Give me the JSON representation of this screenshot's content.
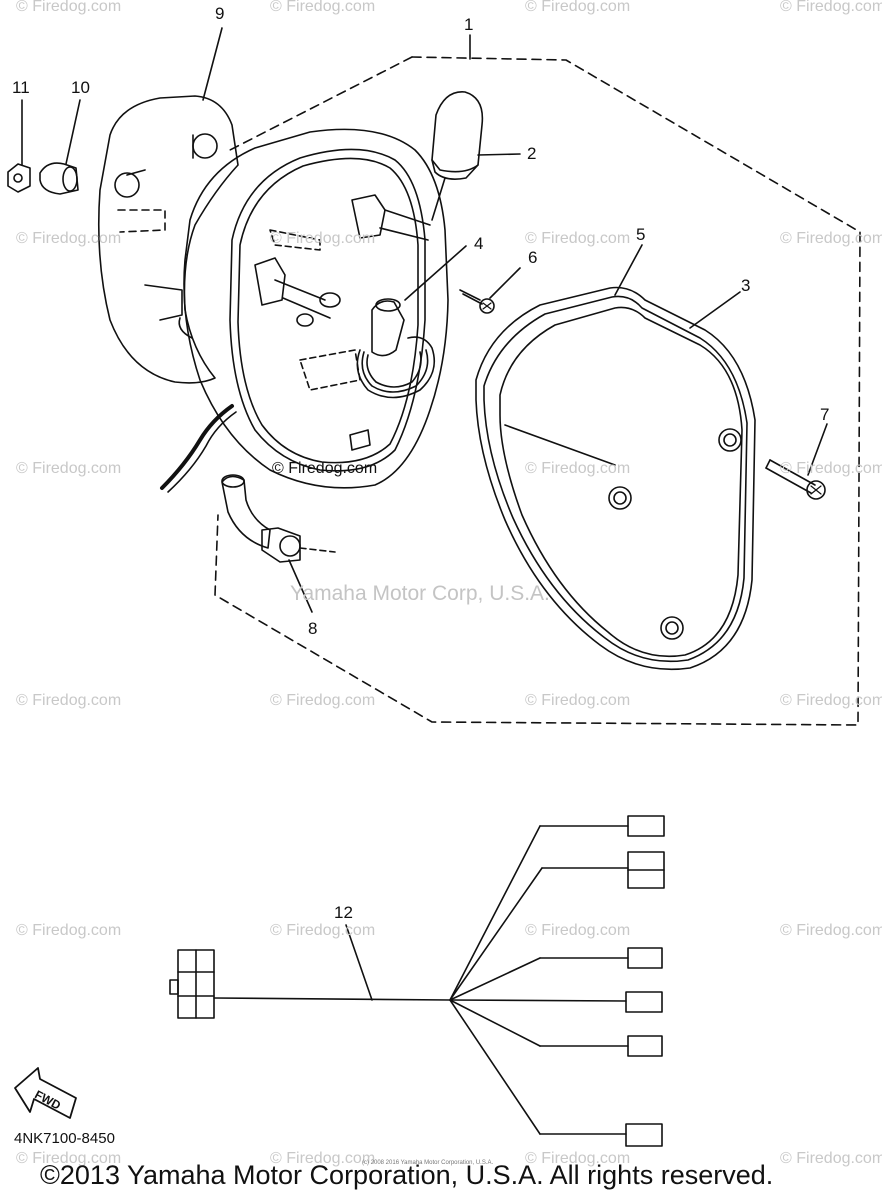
{
  "watermark_text": "© Firedog.com",
  "center_watermark": "© Firedog.com",
  "inner_caption": "Yamaha Motor Corp, U.S.A.",
  "callouts": {
    "c1": "1",
    "c2": "2",
    "c3": "3",
    "c4": "4",
    "c5": "5",
    "c6": "6",
    "c7": "7",
    "c8": "8",
    "c9": "9",
    "c10": "10",
    "c11": "11",
    "c12": "12"
  },
  "fwd_label": "FWD",
  "catalog_code": "4NK7100-8450",
  "tiny_notice": "(c) 2008 2016 Yamaha Motor Corporation, U.S.A.",
  "copyright": "©2013 Yamaha Motor Corporation, U.S.A. All rights reserved.",
  "colors": {
    "line": "#111111",
    "watermark": "#c8c8c8"
  }
}
